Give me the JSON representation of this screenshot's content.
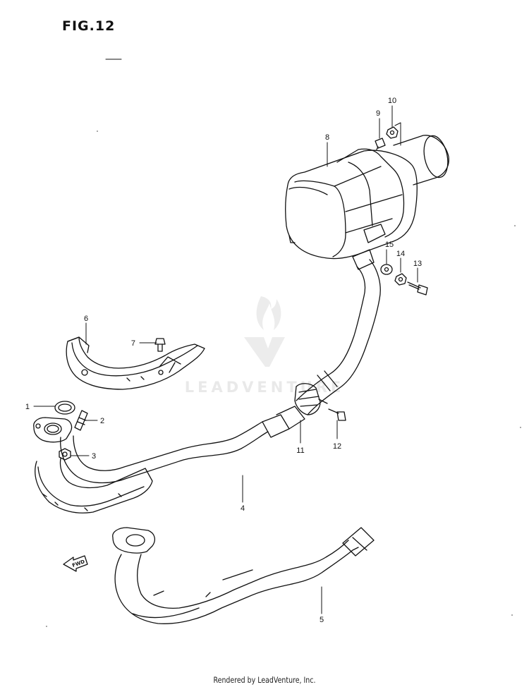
{
  "figure": {
    "title": "FIG.12"
  },
  "watermark": {
    "text": "LEADVENTURE"
  },
  "direction_marker": {
    "text": "FWD"
  },
  "callouts": [
    {
      "id": "1",
      "label": "1"
    },
    {
      "id": "2",
      "label": "2"
    },
    {
      "id": "3",
      "label": "3"
    },
    {
      "id": "4",
      "label": "4"
    },
    {
      "id": "5",
      "label": "5"
    },
    {
      "id": "6",
      "label": "6"
    },
    {
      "id": "7",
      "label": "7"
    },
    {
      "id": "8",
      "label": "8"
    },
    {
      "id": "9",
      "label": "9"
    },
    {
      "id": "10",
      "label": "10"
    },
    {
      "id": "11",
      "label": "11"
    },
    {
      "id": "12",
      "label": "12"
    },
    {
      "id": "13",
      "label": "13"
    },
    {
      "id": "14",
      "label": "14"
    },
    {
      "id": "15",
      "label": "15"
    }
  ],
  "footer": {
    "text": "Rendered by LeadVenture, Inc."
  }
}
